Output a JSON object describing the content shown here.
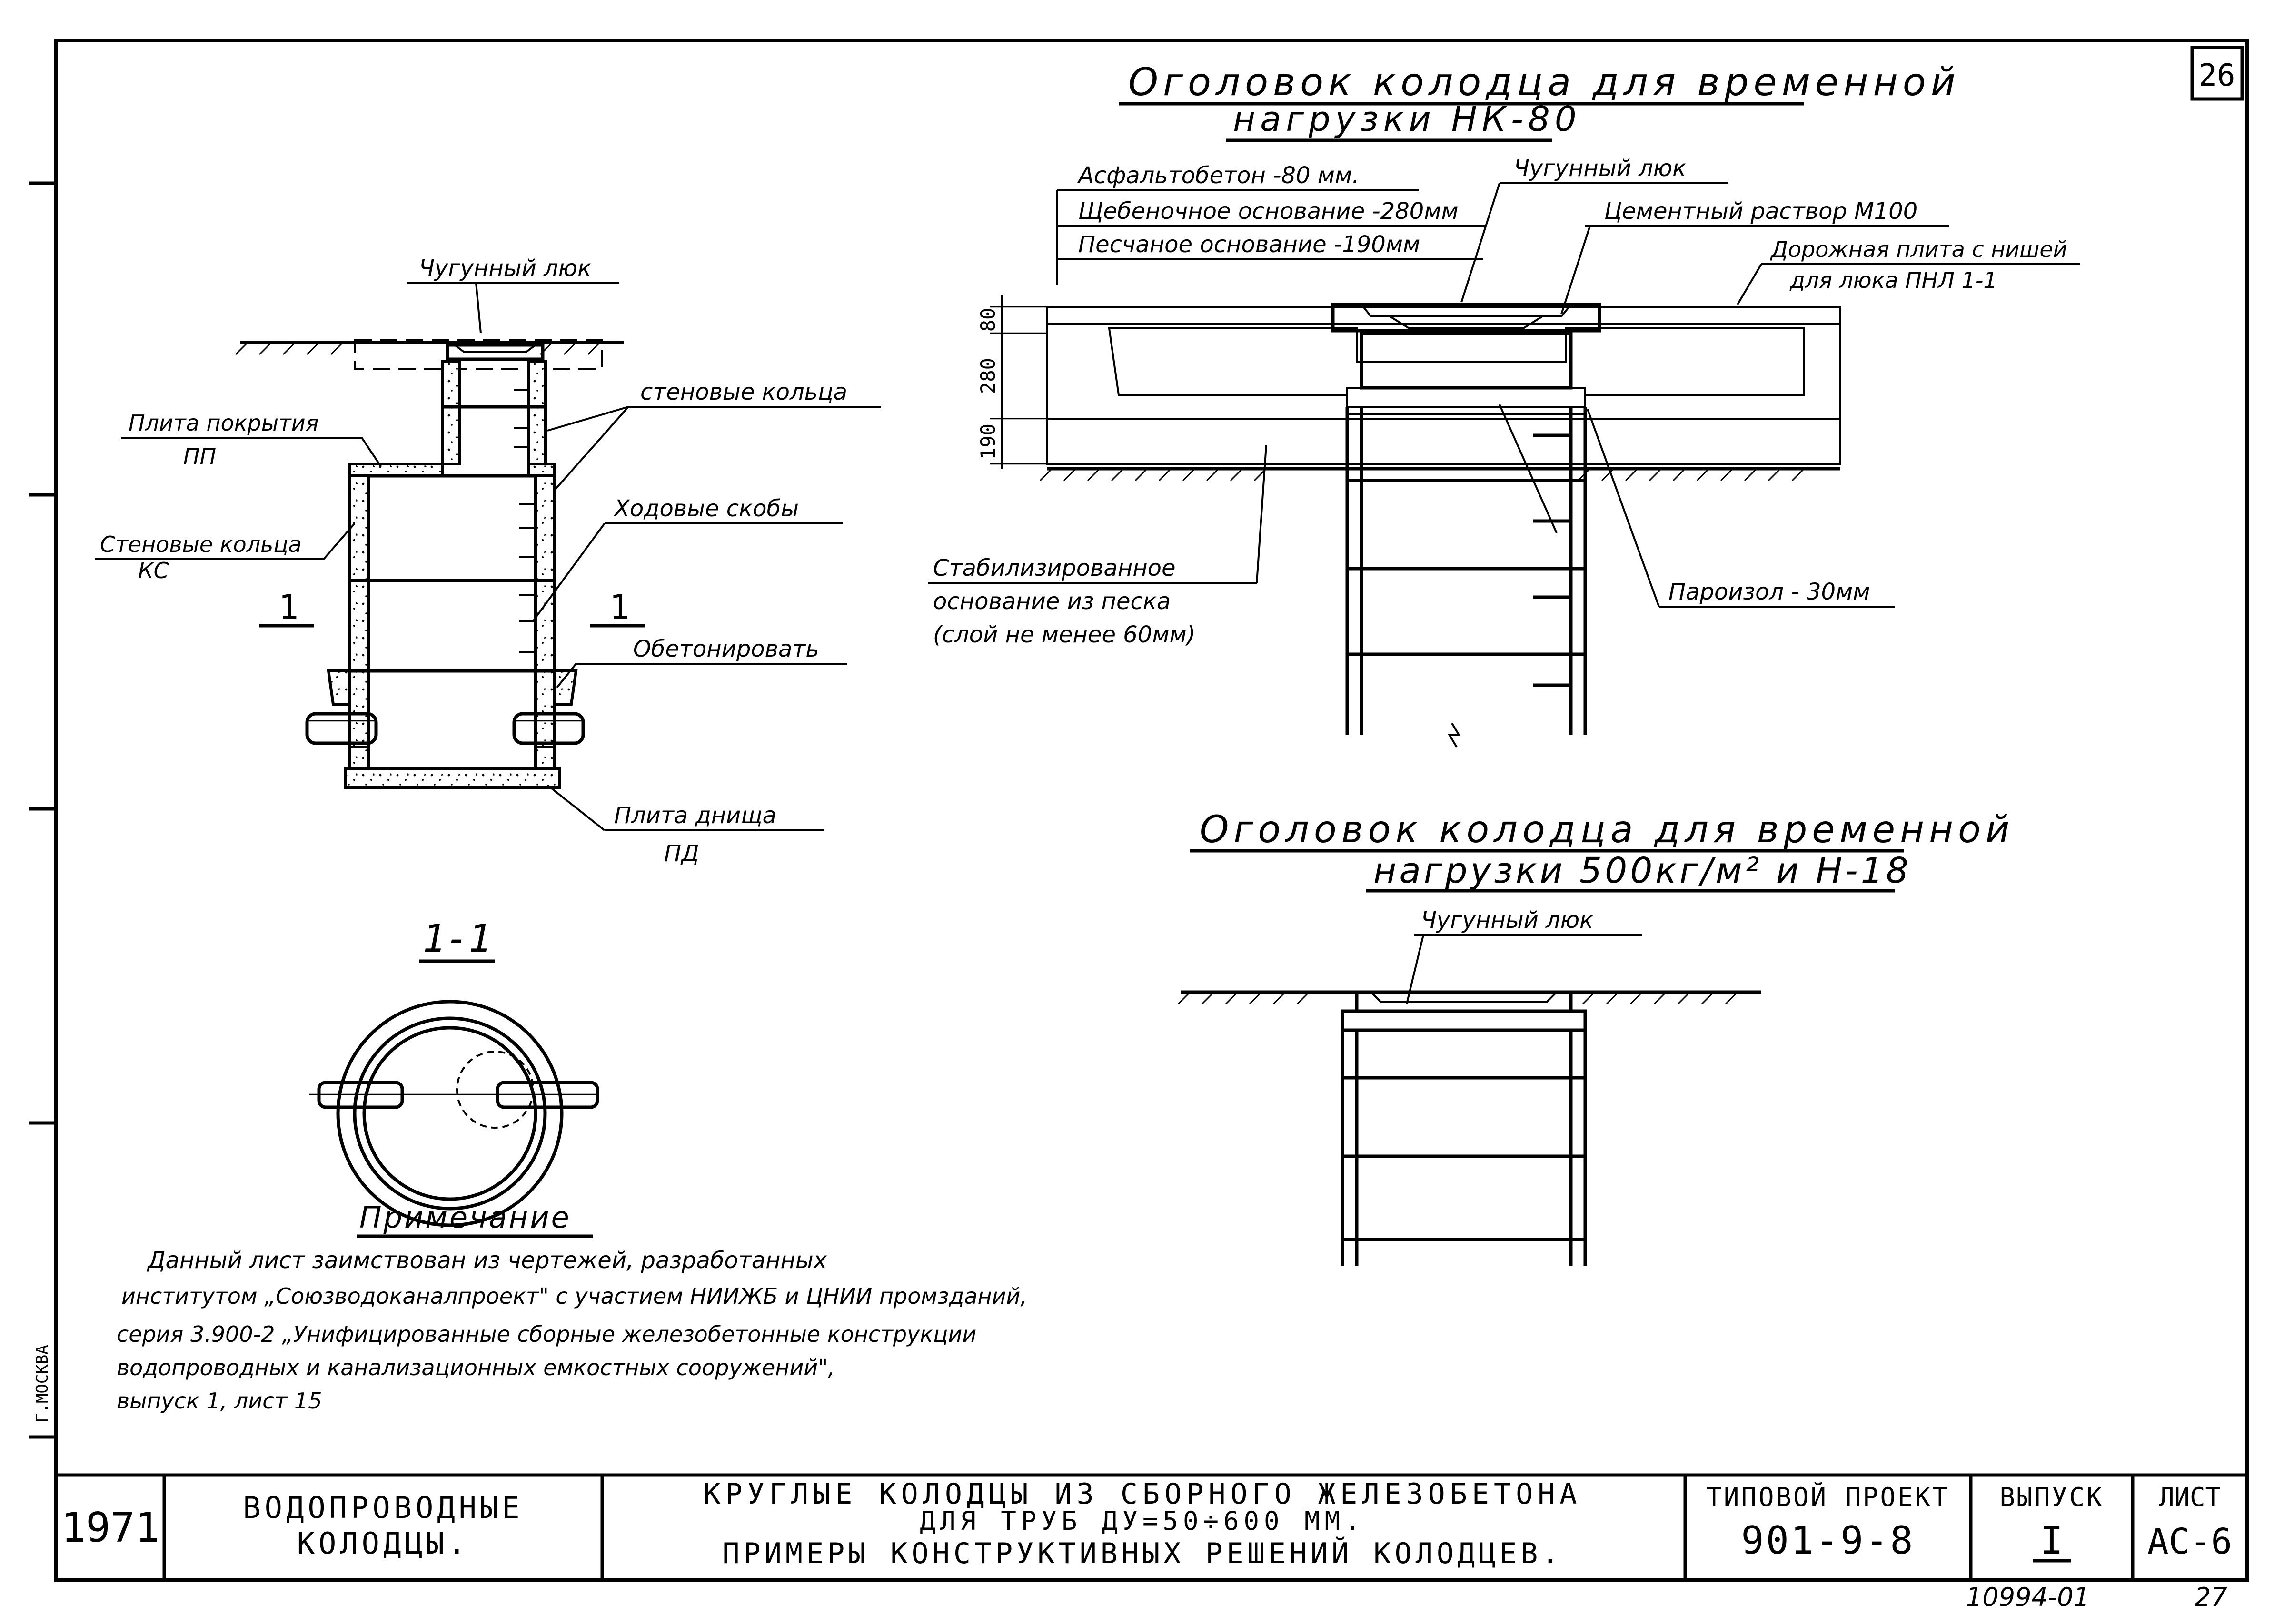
{
  "sheet_number": "26",
  "main_title": {
    "line1": "Оголовок колодца для временной",
    "line2": "нагрузки НК-80"
  },
  "nk80": {
    "layers": [
      "Асфальтобетон -80 мм.",
      "Щебеночное основание -280мм",
      "Песчаное основание -190мм"
    ],
    "hatch": "Чугунный люк",
    "mortar": "Цементный раствор М100",
    "slab_line1": "Дорожная плита с нишей",
    "slab_line2": "для люка ПНЛ 1-1",
    "dims": [
      "80",
      "280",
      "190"
    ],
    "stab_line1": "Стабилизированное",
    "stab_line2": "основание из песка",
    "stab_line3": "(слой не менее 60мм)",
    "paroizol": "Пароизол - 30мм"
  },
  "section": {
    "hatch": "Чугунный люк",
    "wall_rings": "стеновые кольца",
    "cover_slab_line1": "Плита покрытия",
    "cover_slab_line2": "ПП",
    "wall_rings_ks_line1": "Стеновые кольца",
    "wall_rings_ks_line2": "КС",
    "steps": "Ходовые скобы",
    "cut_left": "1",
    "cut_right": "1",
    "concrete": "Обетонировать",
    "bottom_slab_line1": "Плита днища",
    "bottom_slab_line2": "ПД"
  },
  "plan": {
    "title": "1-1"
  },
  "second_title": {
    "line1": "Оголовок колодца для временной",
    "line2": "нагрузки 500кг/м² и Н-18"
  },
  "second": {
    "hatch": "Чугунный люк"
  },
  "note": {
    "title": "Примечание",
    "line1": "Данный лист заимствован из чертежей, разработанных",
    "line2": "институтом „Союзводоканалпроект\" с участием НИИЖБ и ЦНИИ промзданий,",
    "line3": "серия 3.900-2 „Унифицированные сборные железобетонные конструкции",
    "line4": "водопроводных и канализационных емкостных сооружений\",",
    "line5": "выпуск 1, лист 15"
  },
  "stamp": {
    "year": "1971",
    "project_line1": "ВОДОПРОВОДНЫЕ",
    "project_line2": "КОЛОДЦЫ.",
    "title_line1": "КРУГЛЫЕ КОЛОДЦЫ ИЗ СБОРНОГО ЖЕЛЕЗОБЕТОНА",
    "title_line2": "ДЛЯ ТРУБ ДУ=50÷600 ММ.",
    "title_line3": "ПРИМЕРЫ КОНСТРУКТИВНЫХ РЕШЕНИЙ КОЛОДЦЕВ.",
    "typ_label": "ТИПОВОЙ ПРОЕКТ",
    "typ_value": "901-9-8",
    "vyp_label": "ВЫПУСК",
    "vyp_value": "I",
    "list_label": "ЛИСТ",
    "list_value": "АС-6",
    "side": "Г.МОСКВА"
  },
  "footer": {
    "inv": "10994-01",
    "page": "27"
  }
}
